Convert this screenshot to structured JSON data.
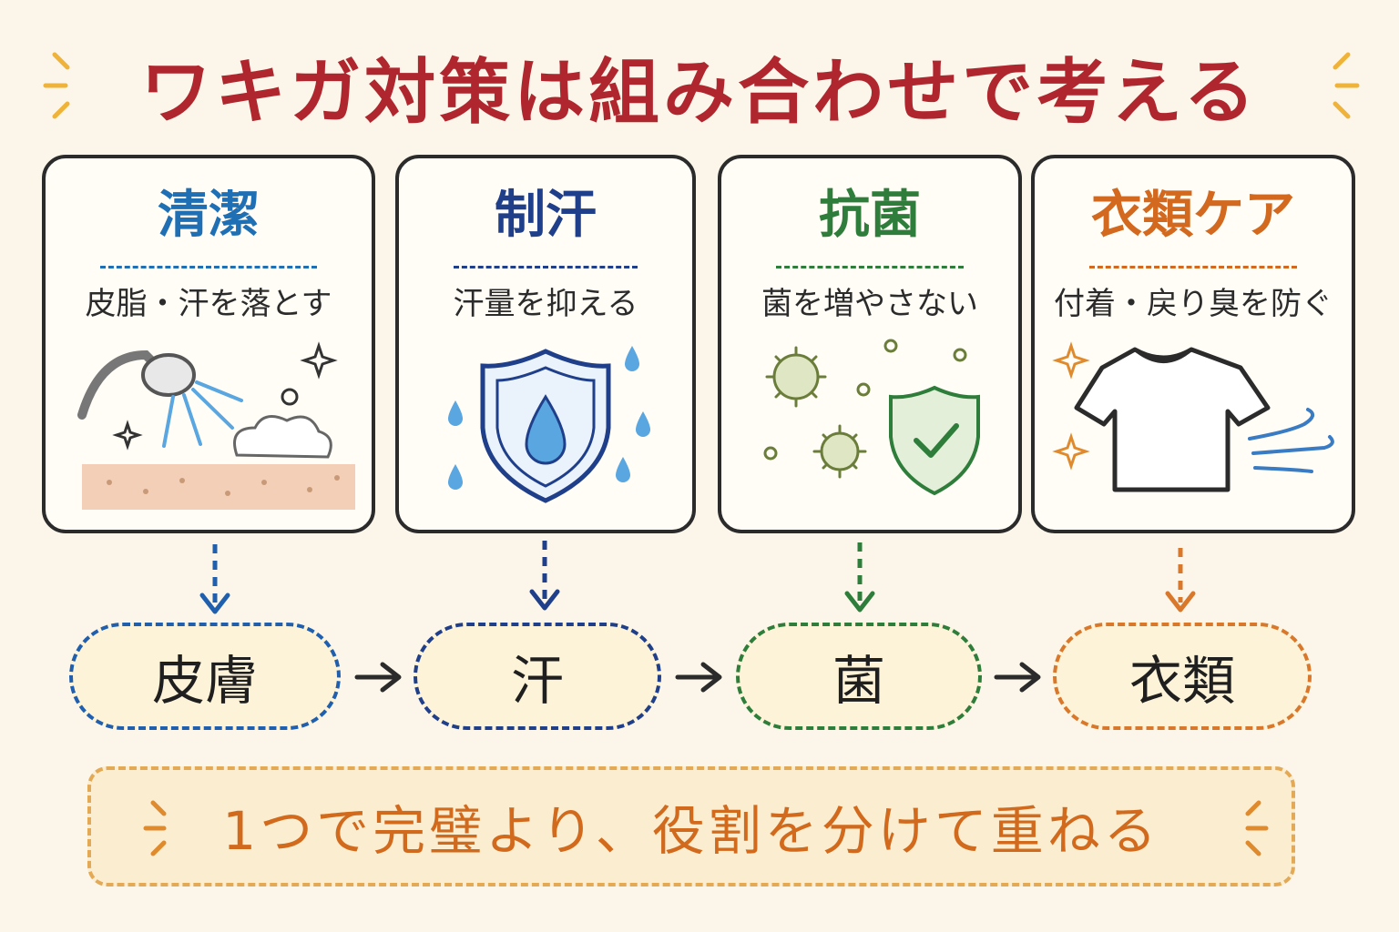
{
  "title": "ワキガ対策は組み合わせで考える",
  "cards": [
    {
      "heading": "清潔",
      "description": "皮脂・汗を落とす",
      "color": "#1f6fb5",
      "icon": "shower-icon"
    },
    {
      "heading": "制汗",
      "description": "汗量を抑える",
      "color": "#1f3f8a",
      "icon": "shield-drop-icon"
    },
    {
      "heading": "抗菌",
      "description": "菌を増やさない",
      "color": "#2e7d3a",
      "icon": "germ-shield-icon"
    },
    {
      "heading": "衣類ケア",
      "description": "付着・戻り臭を防ぐ",
      "color": "#d2691e",
      "icon": "tshirt-wind-icon"
    }
  ],
  "flow": [
    {
      "label": "皮膚",
      "color": "#1f5fae"
    },
    {
      "label": "汗",
      "color": "#1f3f8a"
    },
    {
      "label": "菌",
      "color": "#2e7d3a"
    },
    {
      "label": "衣類",
      "color": "#d9782a"
    }
  ],
  "banner": "1つで完璧より、役割を分けて重ねる"
}
